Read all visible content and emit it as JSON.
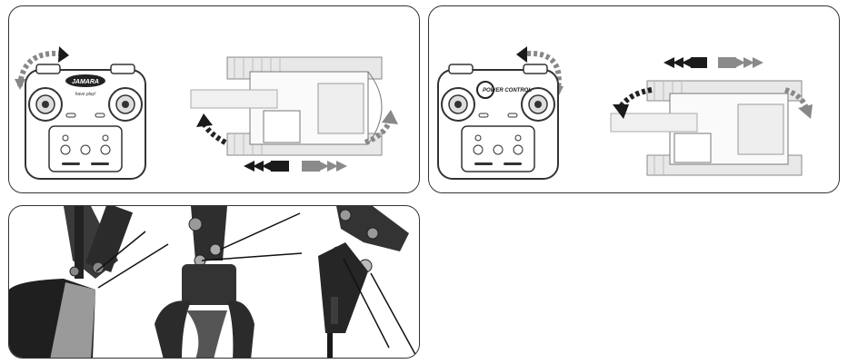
{
  "panels": {
    "rotate_left": {
      "remote": {
        "brand": "JAMARA",
        "tagline": "have play!"
      }
    },
    "rotate_right": {
      "remote": {
        "brand": "POWER CONTROL",
        "tagline": ""
      }
    },
    "attachments": {}
  },
  "colors": {
    "outline": "#333333",
    "arrow_dark": "#1a1a1a",
    "arrow_light": "#8a8a8a",
    "remote_body": "#ffffff",
    "photo_dark": "#2b2b2b"
  }
}
